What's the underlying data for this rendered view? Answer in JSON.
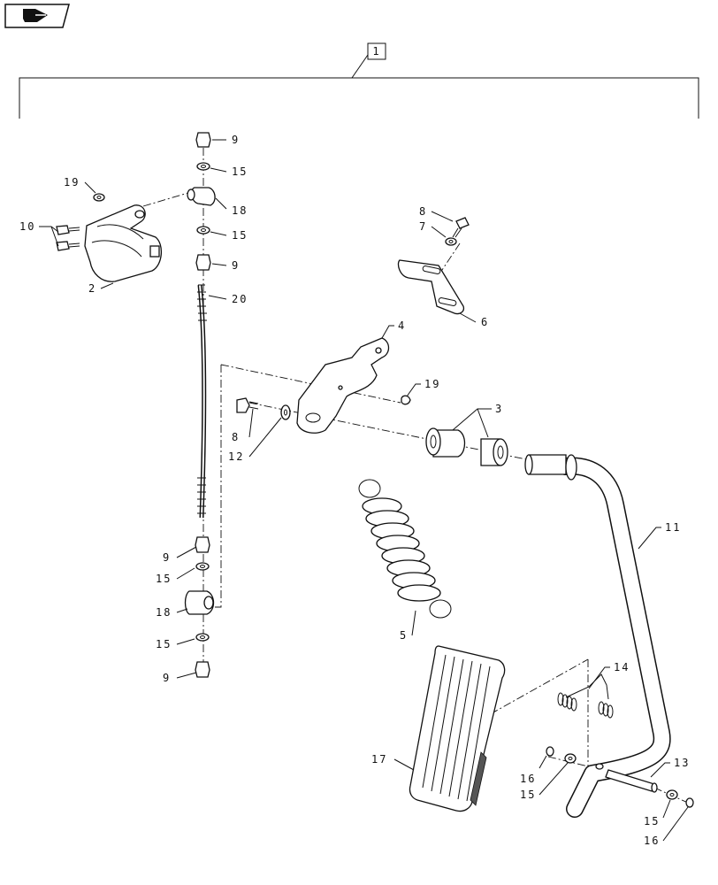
{
  "icon": "return-arrow-icon",
  "assembly_label": "1",
  "callouts": [
    {
      "key": "c9a",
      "text": "9"
    },
    {
      "key": "c15a",
      "text": "15"
    },
    {
      "key": "c19a",
      "text": "19"
    },
    {
      "key": "c18a",
      "text": "18"
    },
    {
      "key": "c10",
      "text": "10"
    },
    {
      "key": "c15b",
      "text": "15"
    },
    {
      "key": "c9b",
      "text": "9"
    },
    {
      "key": "c2",
      "text": "2"
    },
    {
      "key": "c20",
      "text": "20"
    },
    {
      "key": "c8a",
      "text": "8"
    },
    {
      "key": "c7",
      "text": "7"
    },
    {
      "key": "c6",
      "text": "6"
    },
    {
      "key": "c4",
      "text": "4"
    },
    {
      "key": "c19b",
      "text": "19"
    },
    {
      "key": "c3",
      "text": "3"
    },
    {
      "key": "c8b",
      "text": "8"
    },
    {
      "key": "c12",
      "text": "12"
    },
    {
      "key": "c11",
      "text": "11"
    },
    {
      "key": "c9c",
      "text": "9"
    },
    {
      "key": "c15c",
      "text": "15"
    },
    {
      "key": "c18b",
      "text": "18"
    },
    {
      "key": "c5",
      "text": "5"
    },
    {
      "key": "c15d",
      "text": "15"
    },
    {
      "key": "c9d",
      "text": "9"
    },
    {
      "key": "c14",
      "text": "14"
    },
    {
      "key": "c17",
      "text": "17"
    },
    {
      "key": "c16a",
      "text": "16"
    },
    {
      "key": "c15e",
      "text": "15"
    },
    {
      "key": "c13",
      "text": "13"
    },
    {
      "key": "c15f",
      "text": "15"
    },
    {
      "key": "c16b",
      "text": "16"
    }
  ]
}
